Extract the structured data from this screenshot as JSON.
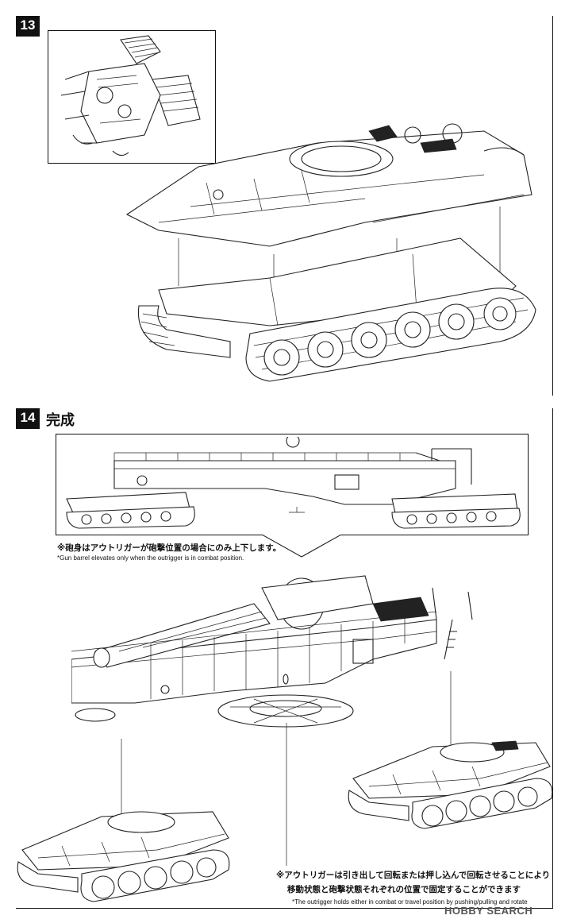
{
  "steps": [
    {
      "number": "13",
      "title": ""
    },
    {
      "number": "14",
      "title": "完成"
    }
  ],
  "notes": {
    "barrel_jp": "※砲身はアウトリガーが砲撃位置の場合にのみ上下します。",
    "barrel_en": "*Gun barrel elevates only when the outrigger is in combat position.",
    "outrigger_jp_line1": "※アウトリガーは引き出して回転または押し込んで回転させることにより",
    "outrigger_jp_line2": "移動状態と砲撃状態それぞれの位置で固定することができます",
    "outrigger_en": "*The outrigger holds either in combat or travel position by pushing/pulling and rotate"
  },
  "watermark": "HOBBY SEARCH",
  "illustrations": {
    "step13_main": "tank-hull-assembly",
    "step13_inset": "track-detail-inset",
    "step14_side": "gun-carriage-side-view",
    "step14_main": "gun-carriage-perspective",
    "step14_front_tank": "front-tank-chassis",
    "step14_rear_tank": "rear-tank-chassis"
  }
}
